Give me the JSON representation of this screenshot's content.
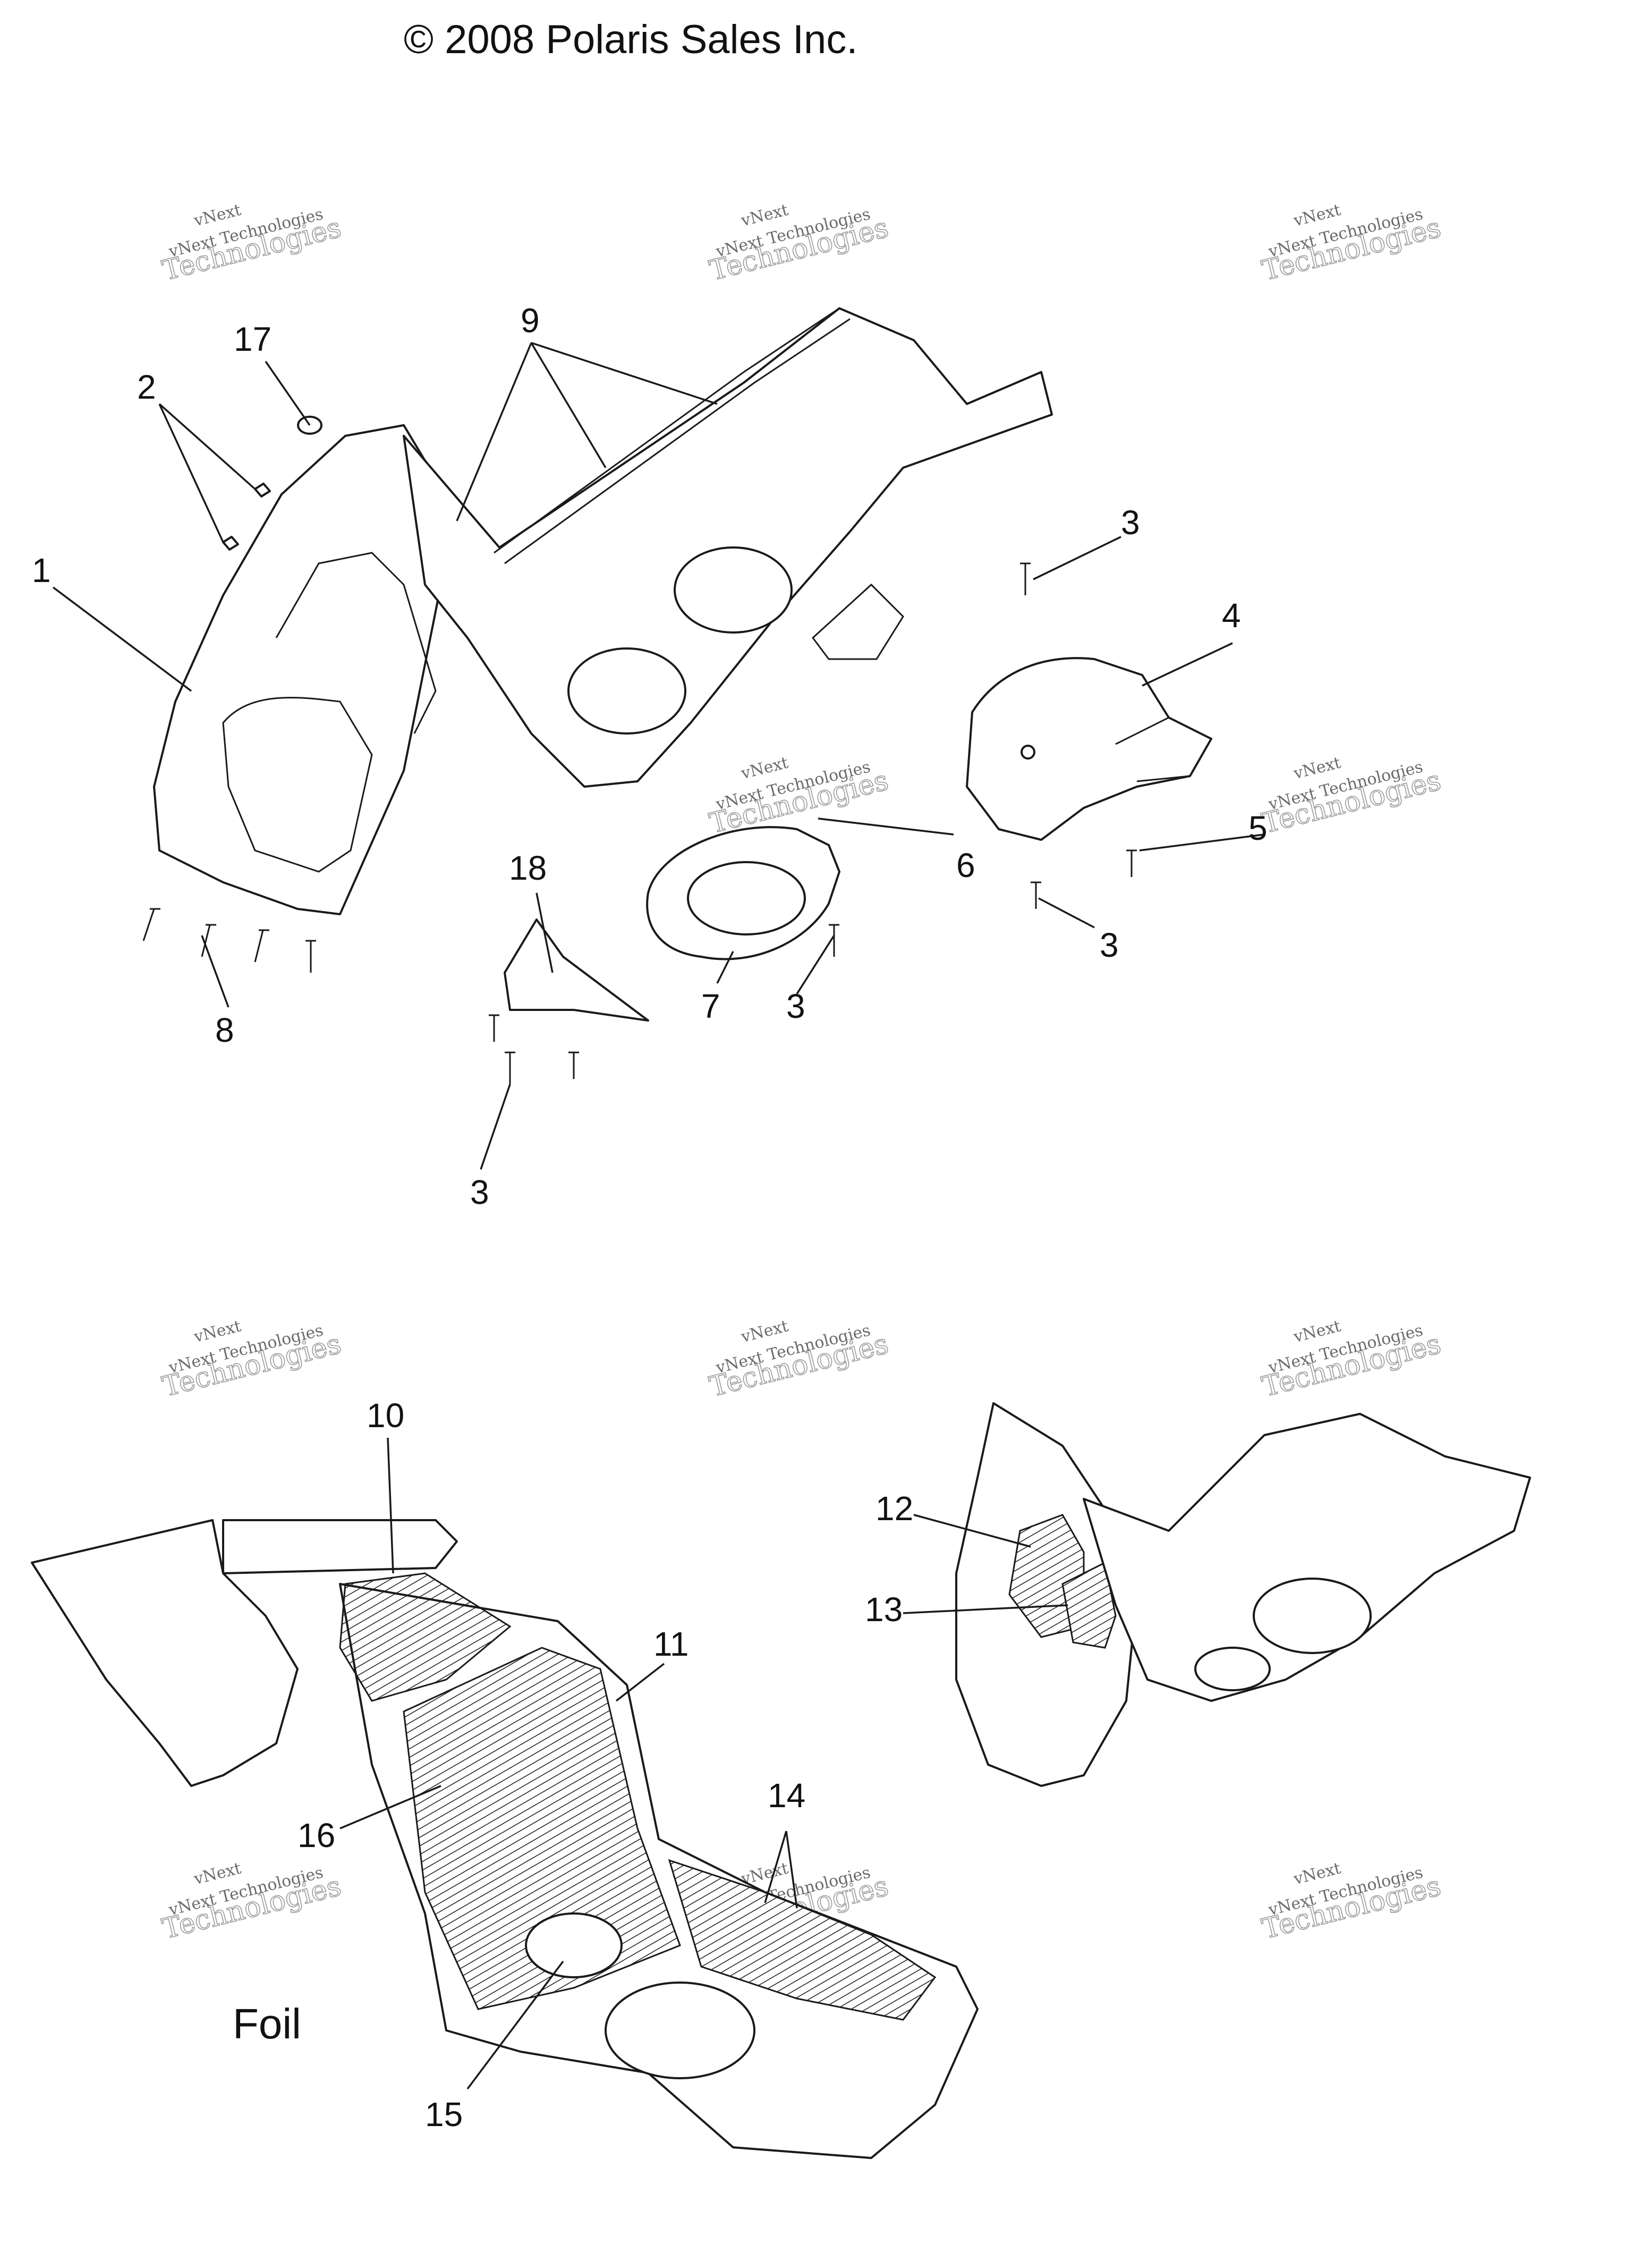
{
  "copyright": "© 2008 Polaris Sales Inc.",
  "watermark": {
    "brand_top": "vNext",
    "line": "vNext Technologies",
    "big": "Technologies"
  },
  "section_label": "Foil",
  "callouts": {
    "c1": "1",
    "c2": "2",
    "c3a": "3",
    "c3b": "3",
    "c3c": "3",
    "c3d": "3",
    "c4": "4",
    "c5": "5",
    "c6": "6",
    "c7": "7",
    "c8": "8",
    "c9": "9",
    "c10": "10",
    "c11": "11",
    "c12": "12",
    "c13": "13",
    "c14": "14",
    "c15": "15",
    "c16": "16",
    "c17": "17",
    "c18": "18"
  },
  "colors": {
    "line": "#1a1a1a",
    "watermark": "#9a9a9a",
    "background": "#ffffff"
  }
}
